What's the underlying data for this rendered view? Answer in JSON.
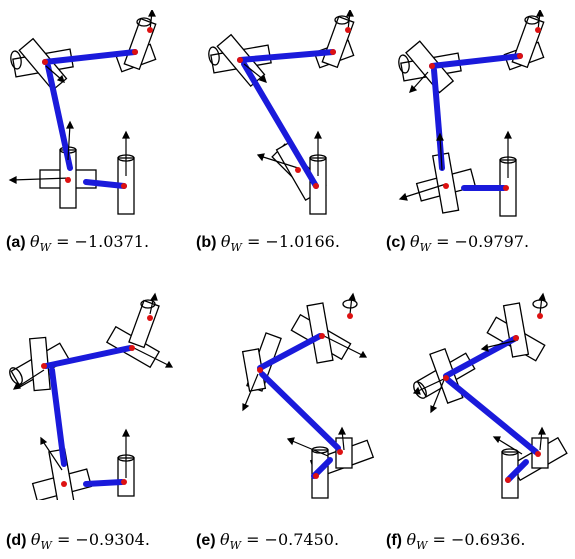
{
  "colors": {
    "link": "#1a1adb",
    "joint": "#dd1111",
    "stroke": "#000000"
  },
  "panels": [
    {
      "id": "a",
      "label": "(a)",
      "symbol": "θ",
      "subscript": "W",
      "value": "= −1.0371."
    },
    {
      "id": "b",
      "label": "(b)",
      "symbol": "θ",
      "subscript": "W",
      "value": "= −1.0166."
    },
    {
      "id": "c",
      "label": "(c)",
      "symbol": "θ",
      "subscript": "W",
      "value": "= −0.9797."
    },
    {
      "id": "d",
      "label": "(d)",
      "symbol": "θ",
      "subscript": "W",
      "value": "= −0.9304."
    },
    {
      "id": "e",
      "label": "(e)",
      "symbol": "θ",
      "subscript": "W",
      "value": "= −0.7450."
    },
    {
      "id": "f",
      "label": "(f)",
      "symbol": "θ",
      "subscript": "W",
      "value": "= −0.6936."
    }
  ]
}
